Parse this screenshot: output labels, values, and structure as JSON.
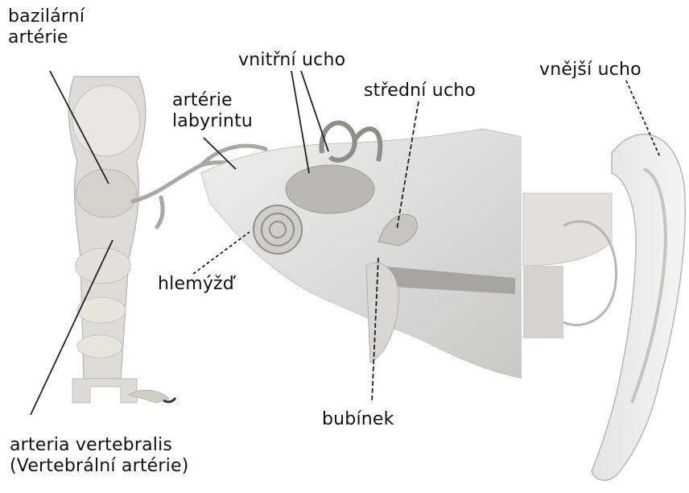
{
  "labels": {
    "bazilarni": [
      "bazilární",
      "artérie"
    ],
    "vnitrni_ucho": "vnitřní ucho",
    "arterie_labyrintu": [
      "artérie",
      "labyrintu"
    ],
    "stredni_ucho": "střední ucho",
    "vnejsi_ucho": "vnější ucho",
    "hlemyzd": "hlemýžď",
    "bubinek": "bubínek",
    "vertebralis": [
      "arteria vertebralis",
      "(Vertebrální artérie)"
    ]
  },
  "colors": {
    "background": "#ffffff",
    "tissue_light": "#e9e9e6",
    "tissue_mid": "#cfcfcb",
    "tissue_dark": "#9a9a96",
    "bone": "#d9d8cf",
    "leader": "#222222"
  }
}
